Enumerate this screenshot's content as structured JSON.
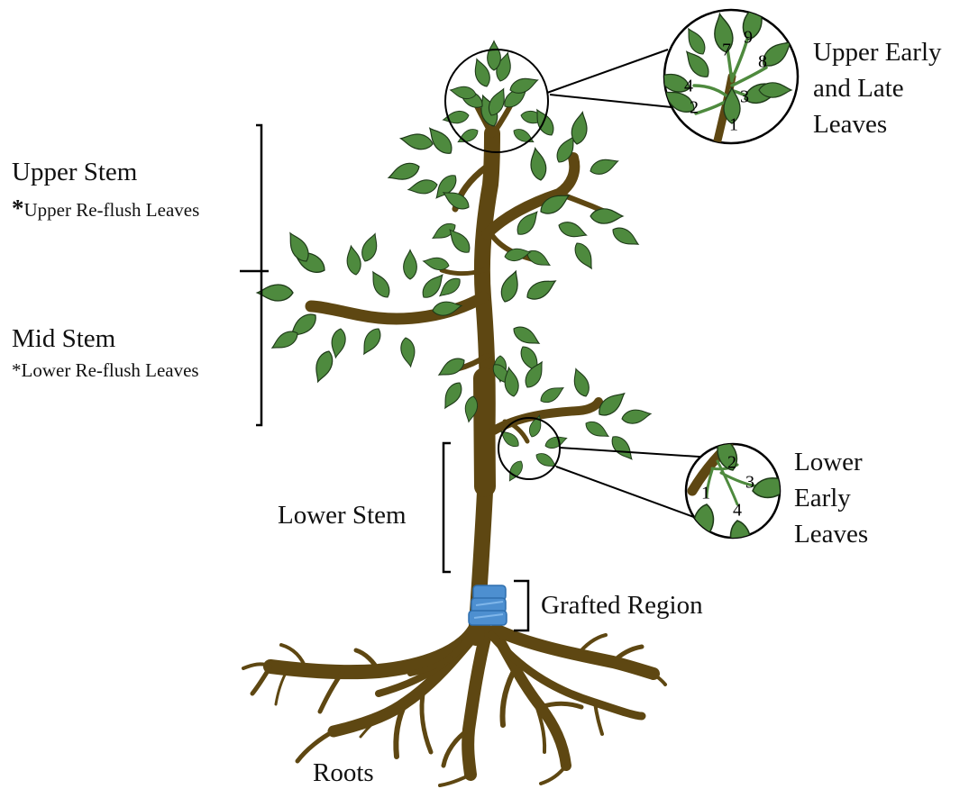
{
  "labels": {
    "upper_stem": "Upper Stem",
    "upper_reflush": "Upper Re-flush Leaves",
    "mid_stem": "Mid Stem",
    "lower_reflush": "Lower Re-flush Leaves",
    "asterisk": "*",
    "lower_stem": "Lower Stem",
    "grafted_region": "Grafted Region",
    "roots": "Roots",
    "upper_early_late_lines": [
      "Upper Early",
      "and Late",
      "Leaves"
    ],
    "lower_early_lines": [
      "Lower",
      "Early",
      "Leaves"
    ]
  },
  "upper_inset_leaf_numbers": [
    "1",
    "2",
    "3",
    "4",
    "7",
    "8",
    "9"
  ],
  "lower_inset_leaf_numbers": [
    "1",
    "2",
    "3",
    "4"
  ],
  "colors": {
    "leaf_fill": "#4e8a3e",
    "leaf_outline": "#1e3a18",
    "stem": "#5e4712",
    "graft_band": "#4d8fd0",
    "bracket": "#000000"
  }
}
